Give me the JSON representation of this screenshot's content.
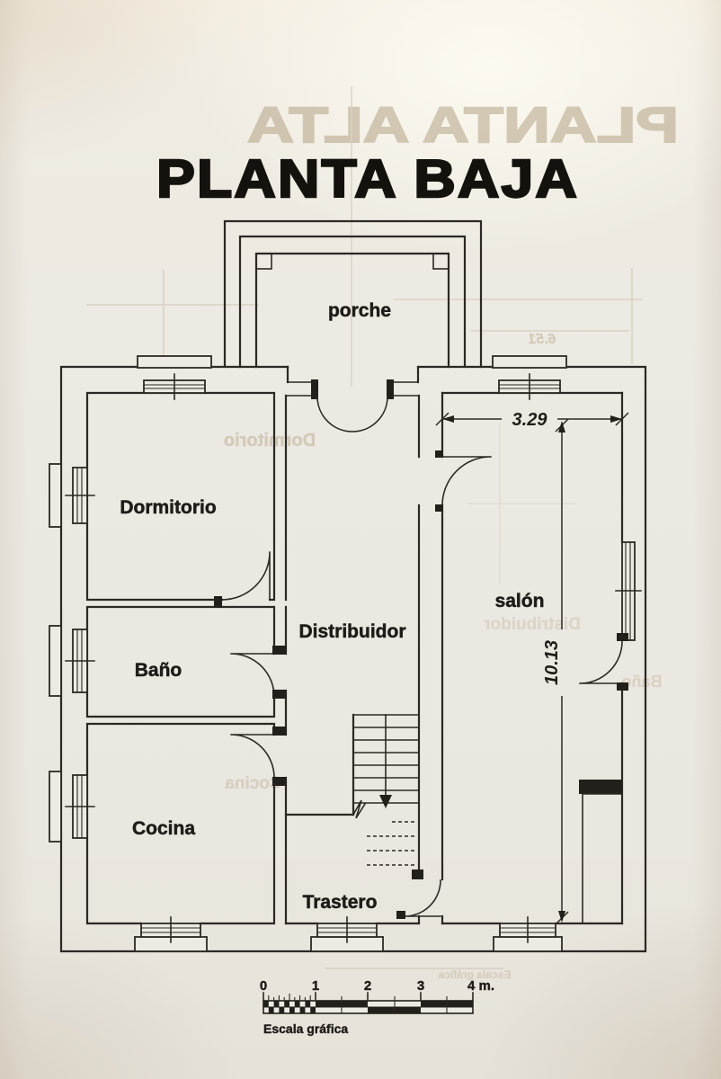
{
  "document": {
    "title": "PLANTA BAJA"
  },
  "rooms": {
    "porche": "porche",
    "dormitorio": "Dormitorio",
    "bano": "Baño",
    "cocina": "Cocina",
    "distribuidor": "Distribuidor",
    "salon": "salón",
    "trastero": "Trastero"
  },
  "dimensions": {
    "salon_width": "3.29",
    "salon_depth": "10.13"
  },
  "scale_bar": {
    "ticks": [
      "0",
      "1",
      "2",
      "3",
      "4 m."
    ],
    "caption": "Escala gráfica"
  },
  "bleedthrough": {
    "title": "PLANTA ALTA",
    "dormitorio": "Dormitorio",
    "bano": "Baño",
    "cocina": "Cocina",
    "distribuidor": "Distribuidor",
    "dim_651": "6.51",
    "escala": "Escala gráfica"
  },
  "colors": {
    "ink": "#2c2823",
    "paper": "#edeae3",
    "ghost": "#b2a285"
  }
}
